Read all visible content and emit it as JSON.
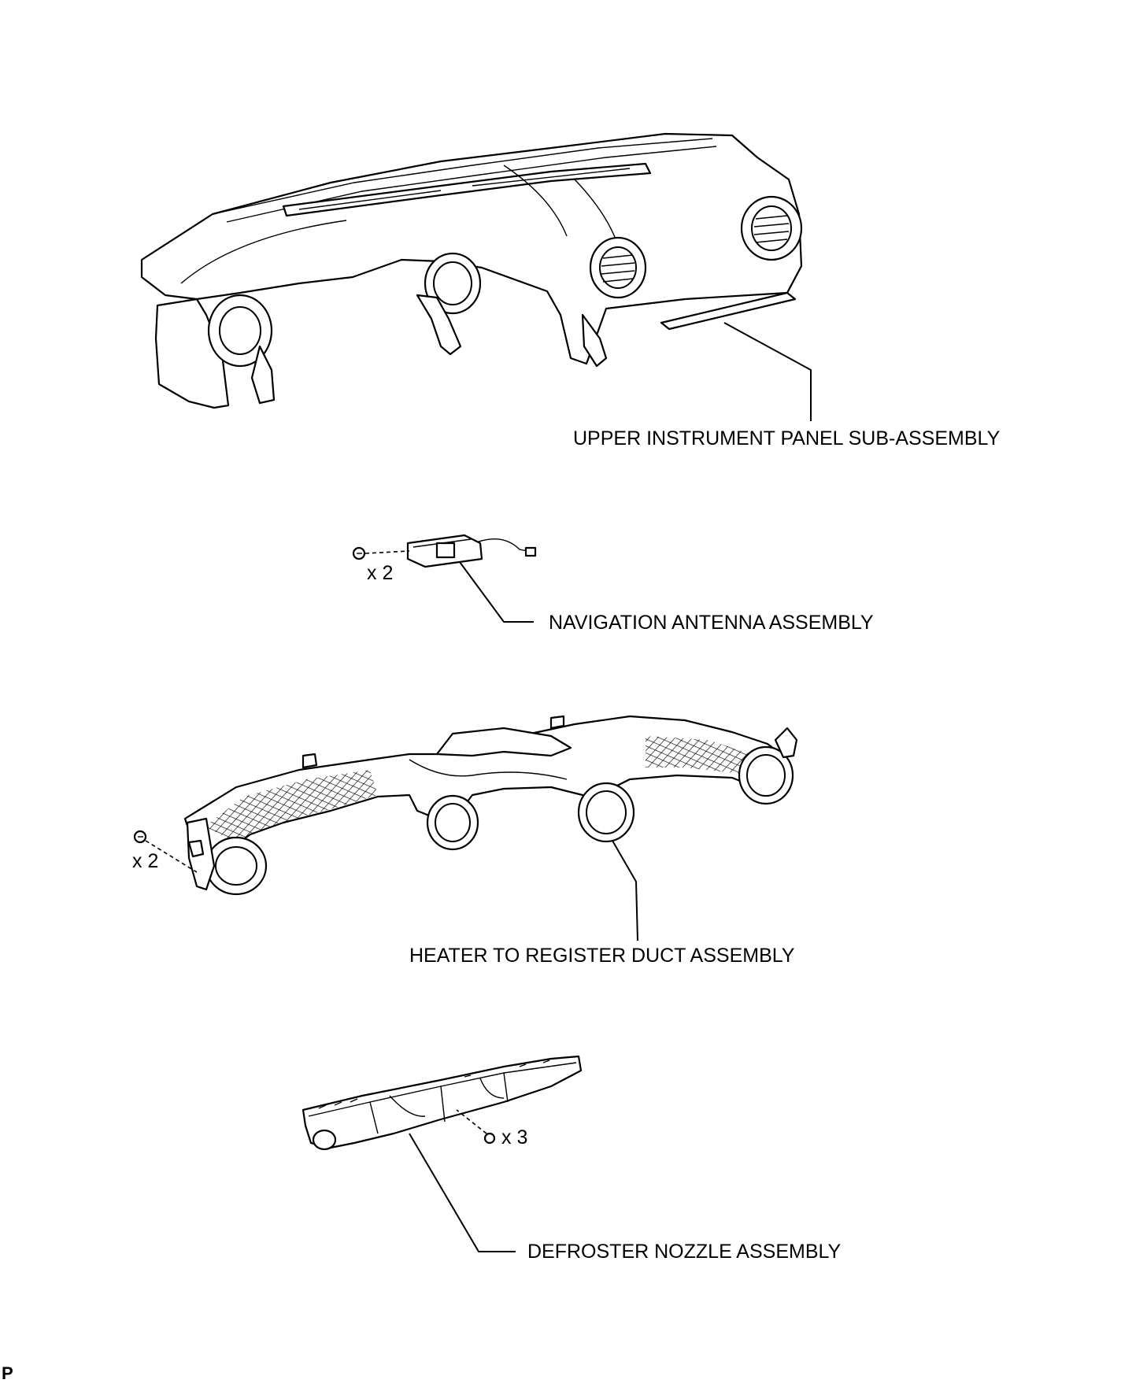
{
  "parts": [
    {
      "id": "upper-instrument-panel",
      "label": "UPPER INSTRUMENT PANEL SUB-ASSEMBLY"
    },
    {
      "id": "navigation-antenna",
      "label": "NAVIGATION ANTENNA ASSEMBLY",
      "fastener_qty": "x 2"
    },
    {
      "id": "heater-register-duct",
      "label": "HEATER TO REGISTER DUCT ASSEMBLY",
      "fastener_qty": "x 2"
    },
    {
      "id": "defroster-nozzle",
      "label": "DEFROSTER NOZZLE ASSEMBLY",
      "fastener_qty": "x 3"
    }
  ],
  "corner_code": "P"
}
